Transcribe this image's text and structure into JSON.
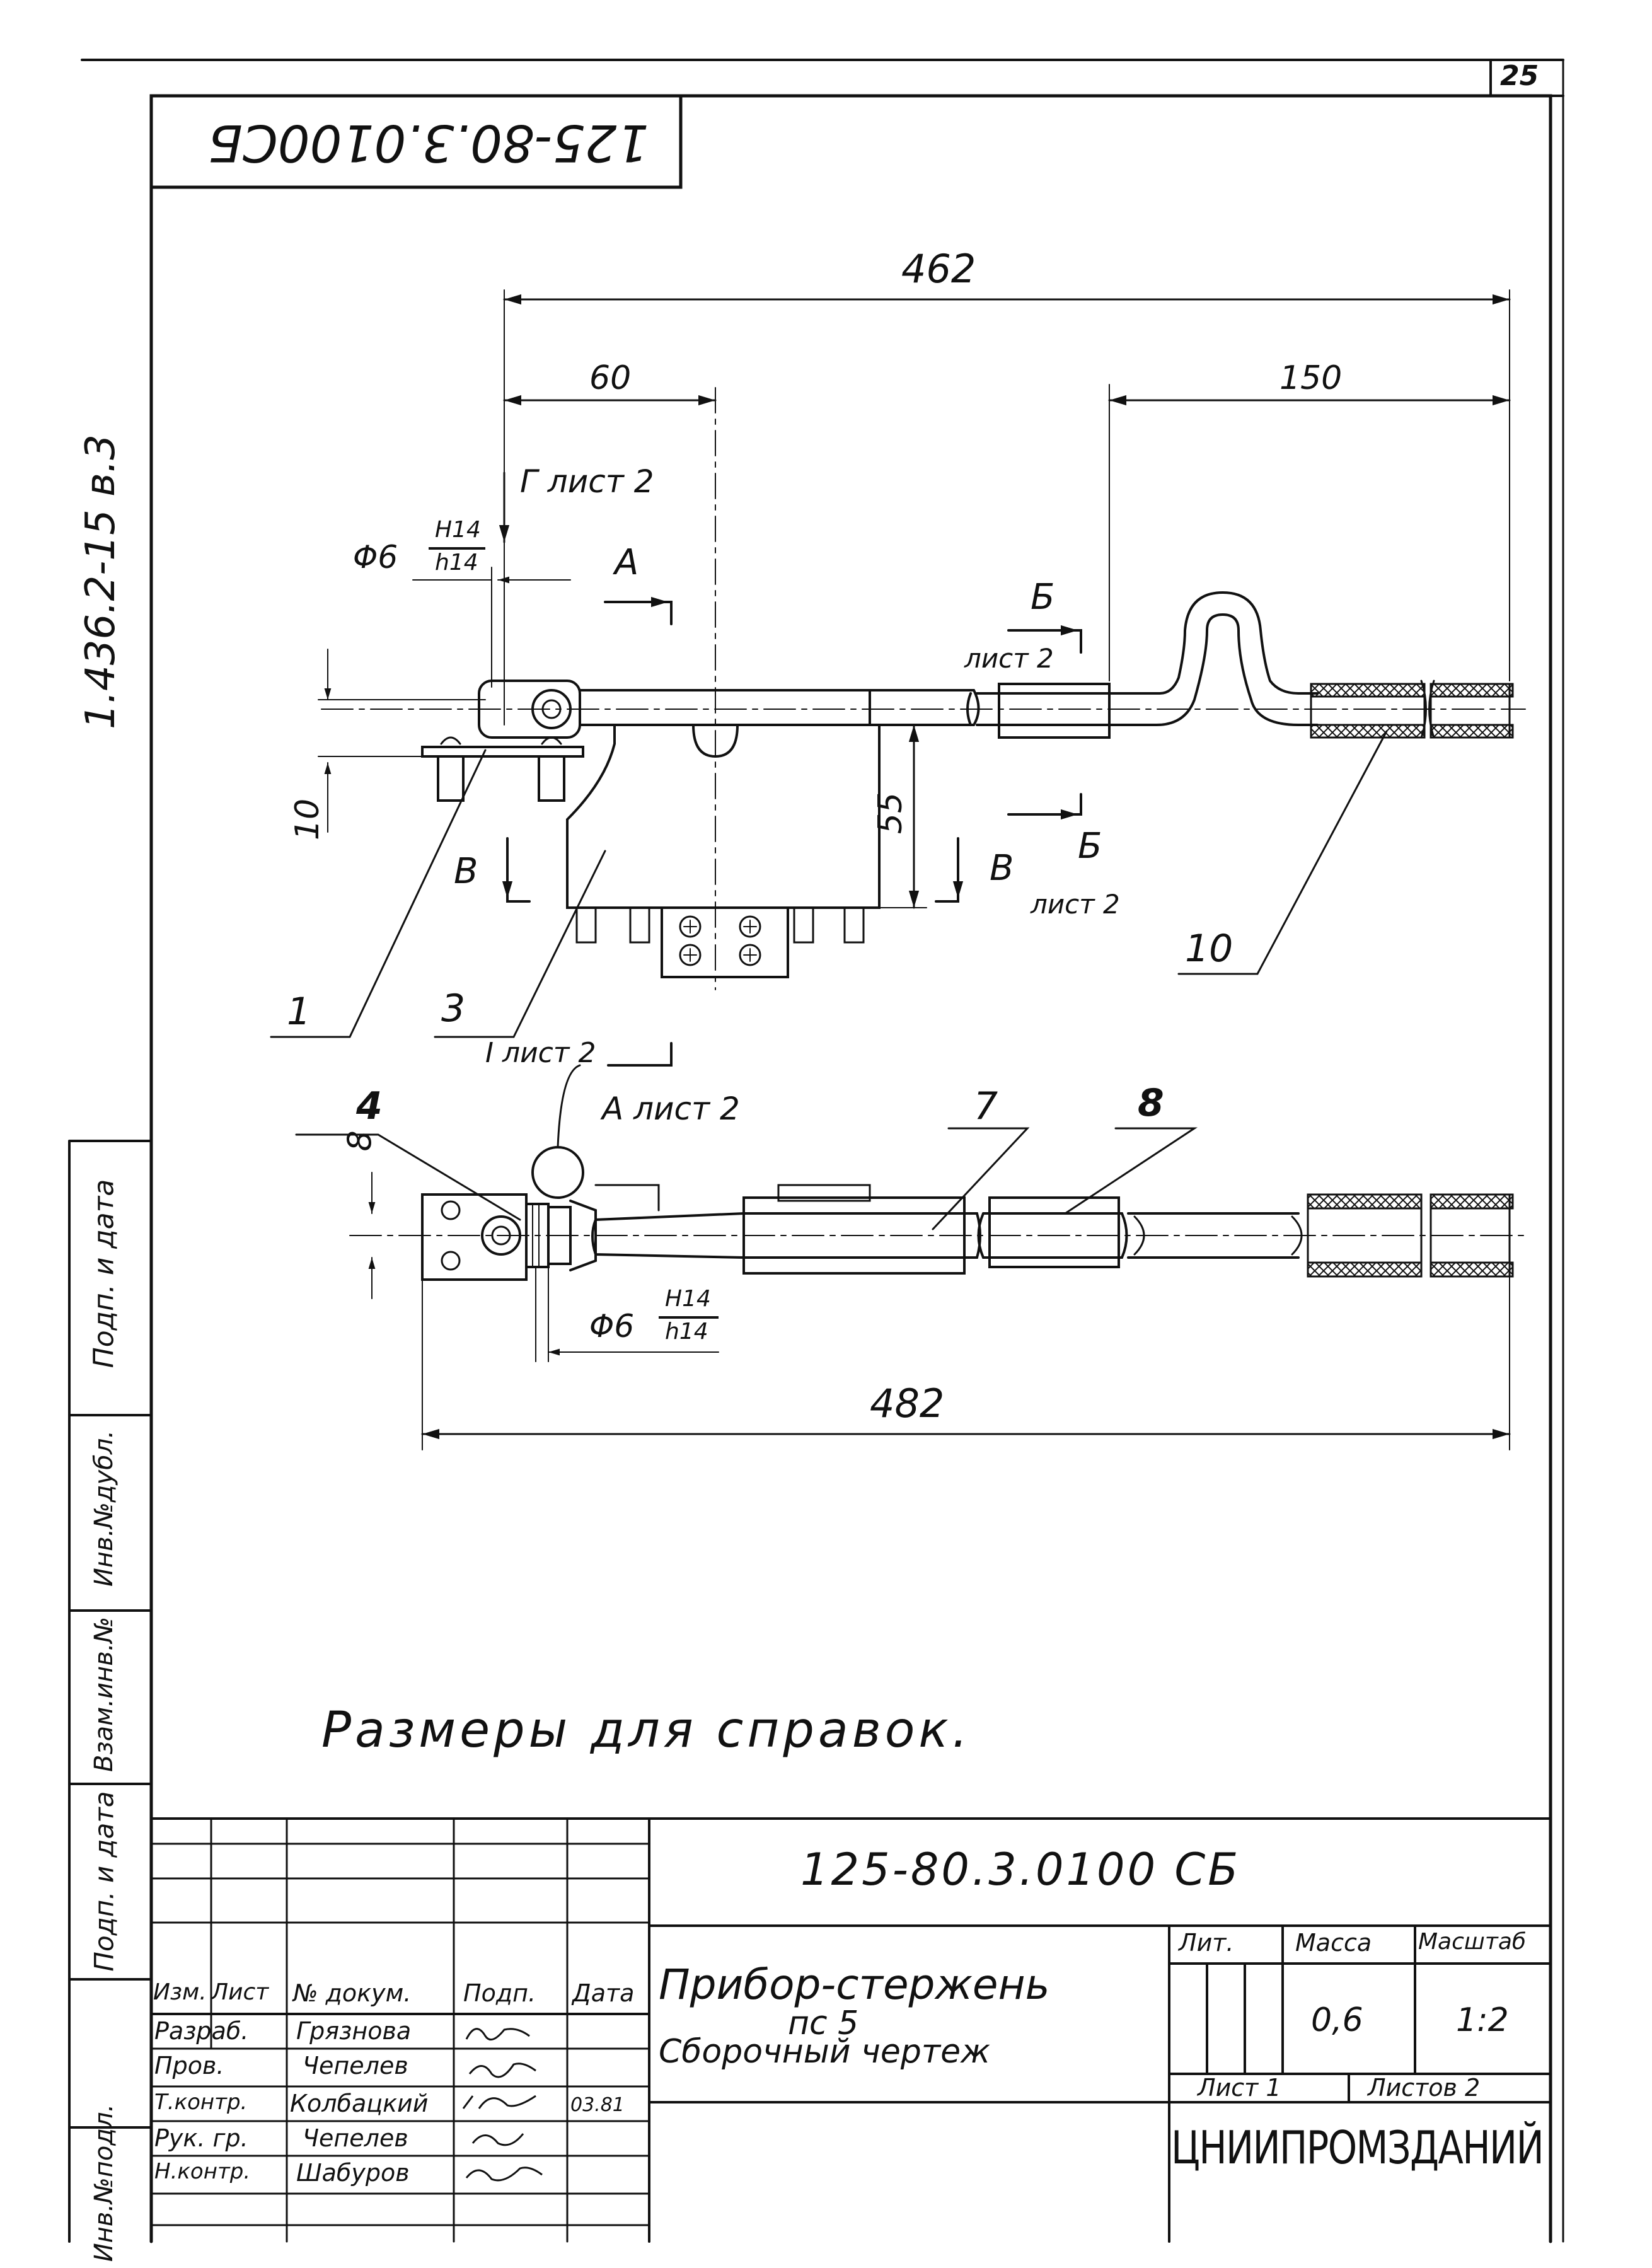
{
  "sheet": {
    "page_number": "25",
    "code_upside_down": "125-80.3.0100СБ",
    "side_code": "1.436.2-15   в.3"
  },
  "dimensions": {
    "d462": "462",
    "d60": "60",
    "d150": "150",
    "d55": "55",
    "d10": "10",
    "d8": "8",
    "d482": "482",
    "phi6": "Φ6",
    "fit_upper": "H14",
    "fit_lower": "h14"
  },
  "section_labels": {
    "g_sheet": "Г лист 2",
    "a": "А",
    "b": "Б",
    "b_sheet_top": "лист 2",
    "v_left": "В",
    "v_right": "В",
    "b2": "Б",
    "b_sheet_bottom": "лист 2",
    "i_sheet": "I лист 2",
    "a_sheet": "А лист 2"
  },
  "callouts": [
    "1",
    "3",
    "10",
    "4",
    "7",
    "8"
  ],
  "note": "Размеры для справок.",
  "left_stamp": {
    "cells": [
      "Подп. и дата",
      "Инв.№дубл.",
      "Взам.инв.№",
      "Подп. и дата",
      "Инв.№подл."
    ]
  },
  "title_block": {
    "designation": "125-80.3.0100 СБ",
    "title_line1": "Прибор-стержень",
    "title_line2": "пс 5",
    "title_line3": "Сборочный чертеж",
    "headers": [
      "Изм.",
      "Лист",
      "№ докум.",
      "Подп.",
      "Дата"
    ],
    "rows": [
      {
        "role": "Разраб.",
        "name": "Грязнова",
        "date": ""
      },
      {
        "role": "Пров.",
        "name": "Чепелев",
        "date": ""
      },
      {
        "role": "Т.контр.",
        "name": "Колбацкий",
        "date": "03.81"
      },
      {
        "role": "Рук. гр.",
        "name": "Чепелев",
        "date": ""
      },
      {
        "role": "Н.контр.",
        "name": "Шабуров",
        "date": ""
      }
    ],
    "lit_label": "Лит.",
    "mass_label": "Масса",
    "scale_label": "Масштаб",
    "mass_value": "0,6",
    "scale_value": "1:2",
    "sheet_label": "Лист 1",
    "sheets_label": "Листов 2",
    "organization": "ЦНИИПРОМЗДАНИЙ"
  }
}
